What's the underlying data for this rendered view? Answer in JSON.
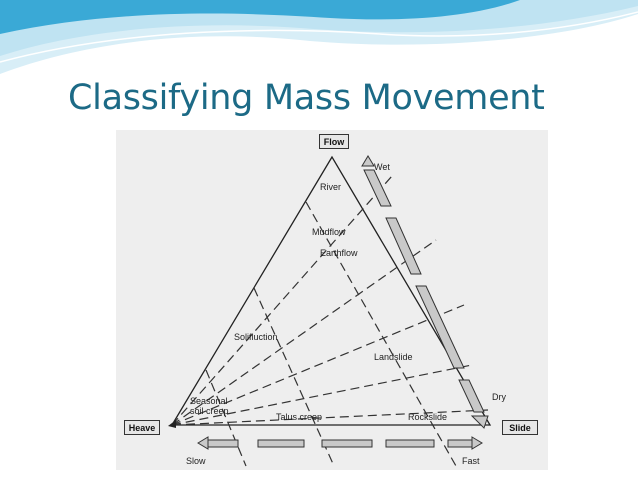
{
  "slide": {
    "title": "Classifying Mass Movement",
    "title_color": "#1c6a86",
    "accent_color": "#3aa9d6",
    "header_light_color": "#bfe3f2"
  },
  "diagram": {
    "background": "#eeeeee",
    "corners": {
      "top": "Flow",
      "left": "Heave",
      "right": "Slide"
    },
    "moisture_labels": {
      "wet": "Wet",
      "dry": "Dry"
    },
    "speed_labels": {
      "slow": "Slow",
      "fast": "Fast"
    },
    "processes": [
      "River",
      "Mudflow",
      "Earthflow",
      "Solifluction",
      "Landslide",
      "Seasonal",
      "soil creep",
      "Talus creep",
      "Rockslide"
    ]
  }
}
